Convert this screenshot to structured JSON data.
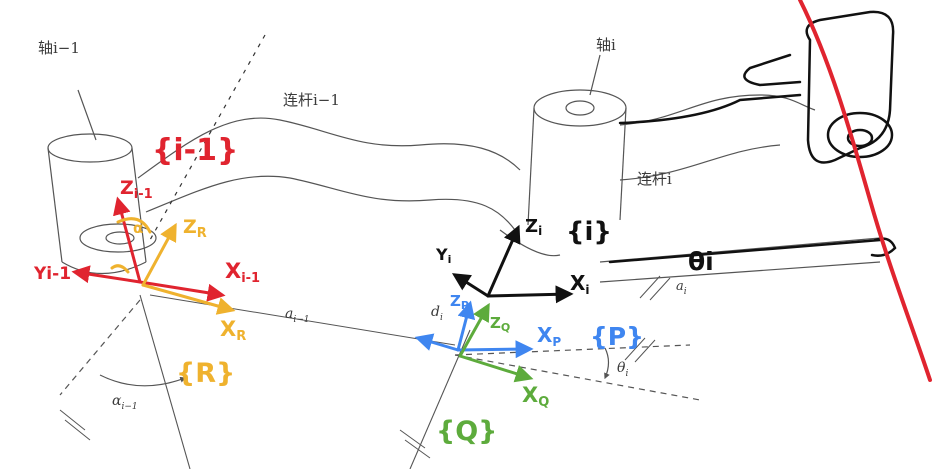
{
  "printed": {
    "axis_prev": "轴i−1",
    "axis_curr": "轴i",
    "link_prev": "连杆i−1",
    "link_curr": "连杆i",
    "a_prev": "a",
    "a_prev_sub": "i−1",
    "d": "d",
    "d_sub": "i",
    "a_curr": "a",
    "a_curr_sub": "i",
    "alpha": "α",
    "alpha_sub": "i−1",
    "theta": "θ",
    "theta_sub": "i"
  },
  "handwritten": {
    "frame_prev": "{i-1}",
    "z_prev": "Z",
    "z_prev_sub": "i-1",
    "y_prev": "Yi-1",
    "x_prev": "X",
    "x_prev_sub": "i-1",
    "alpha_mark": "α",
    "frame_R": "{R}",
    "z_R": "Z",
    "z_R_sub": "R",
    "x_R": "X",
    "x_R_sub": "R",
    "frame_i": "{i}",
    "z_i": "Z",
    "z_i_sub": "i",
    "y_i": "Y",
    "y_i_sub": "i",
    "x_i": "X",
    "x_i_sub": "i",
    "theta_i": "θi",
    "frame_P": "{P}",
    "z_P": "Z",
    "z_P_sub": "P",
    "x_P": "X",
    "x_P_sub": "P",
    "frame_Q": "{Q}",
    "z_Q": "Z",
    "z_Q_sub": "Q",
    "x_Q": "X",
    "x_Q_sub": "Q"
  },
  "colors": {
    "print_gray": "#3a3a3a",
    "red": "#e0242f",
    "orange": "#efb22e",
    "black": "#111111",
    "blue": "#3f86f0",
    "green": "#5dab3c"
  },
  "icons": [
    "joint-cylinder-icon"
  ]
}
